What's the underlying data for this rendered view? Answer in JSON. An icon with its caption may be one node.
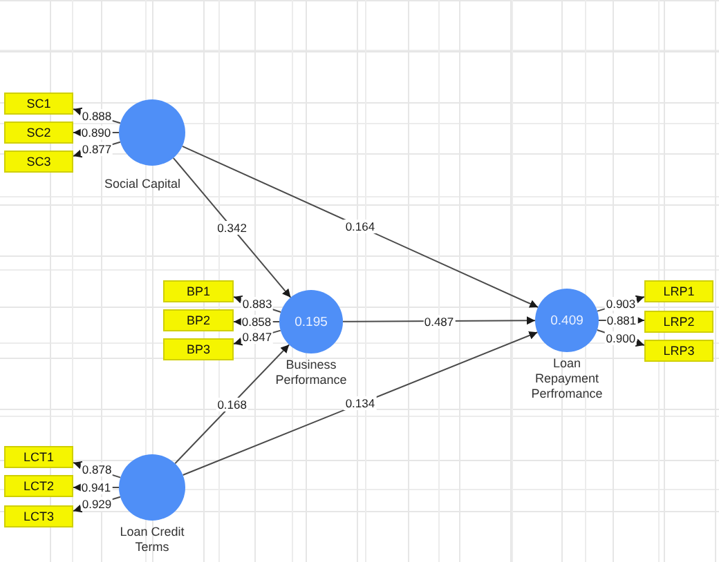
{
  "diagram": {
    "nodes": [
      {
        "text": [
          "SC1"
        ]
      },
      {
        "text": [
          "SC2"
        ]
      },
      {
        "text": [
          "SC3"
        ]
      },
      {
        "text": [],
        "shape": "circle",
        "beside": [
          "Social Capital"
        ]
      },
      {
        "text": [
          "BP1"
        ]
      },
      {
        "text": [
          "BP2"
        ]
      },
      {
        "text": [
          "BP3"
        ]
      },
      {
        "text": [
          "0.195"
        ],
        "beside": [
          "Business Performance"
        ]
      },
      {
        "text": [
          "0.409"
        ],
        "beside": [
          "Loan Repayment Perfromance"
        ]
      },
      {
        "text": [
          "LRP1"
        ]
      },
      {
        "text": [
          "LRP2"
        ]
      },
      {
        "text": [
          "LRP3"
        ]
      },
      {
        "text": [
          "LCT1"
        ]
      },
      {
        "text": [
          "LCT2"
        ]
      },
      {
        "text": [
          "LCT3"
        ]
      },
      {
        "text": [],
        "shape": "circle",
        "beside": [
          "Loan Credit Terms"
        ]
      }
    ],
    "edges": [
      {
        "from": 3,
        "to": 0,
        "arrow": "to",
        "label": "0.888"
      },
      {
        "from": 3,
        "to": 1,
        "arrow": "to",
        "label": "0.890"
      },
      {
        "from": 3,
        "to": 2,
        "arrow": "to",
        "label": "0.877"
      },
      {
        "from": 7,
        "to": 4,
        "arrow": "to",
        "label": "0.883"
      },
      {
        "from": 7,
        "to": 5,
        "arrow": "to",
        "label": "0.858"
      },
      {
        "from": 7,
        "to": 6,
        "arrow": "to",
        "label": "0.847"
      },
      {
        "from": 8,
        "to": 9,
        "arrow": "to",
        "label": "0.903"
      },
      {
        "from": 8,
        "to": 10,
        "arrow": "to",
        "label": "0.881"
      },
      {
        "from": 8,
        "to": 11,
        "arrow": "to",
        "label": "0.900"
      },
      {
        "from": 15,
        "to": 12,
        "arrow": "to",
        "label": "0.878"
      },
      {
        "from": 15,
        "to": 13,
        "arrow": "to",
        "label": "0.941"
      },
      {
        "from": 15,
        "to": 14,
        "arrow": "to",
        "label": "0.929"
      },
      {
        "from": 3,
        "to": 7,
        "arrow": "to",
        "label": "0.342"
      },
      {
        "from": 3,
        "to": 8,
        "arrow": "to",
        "label": "0.164"
      },
      {
        "from": 7,
        "to": 8,
        "arrow": "to",
        "label": "0.487"
      },
      {
        "from": 15,
        "to": 7,
        "arrow": "to",
        "label": "0.168"
      },
      {
        "from": 15,
        "to": 8,
        "arrow": "to",
        "label": "0.134"
      }
    ]
  }
}
